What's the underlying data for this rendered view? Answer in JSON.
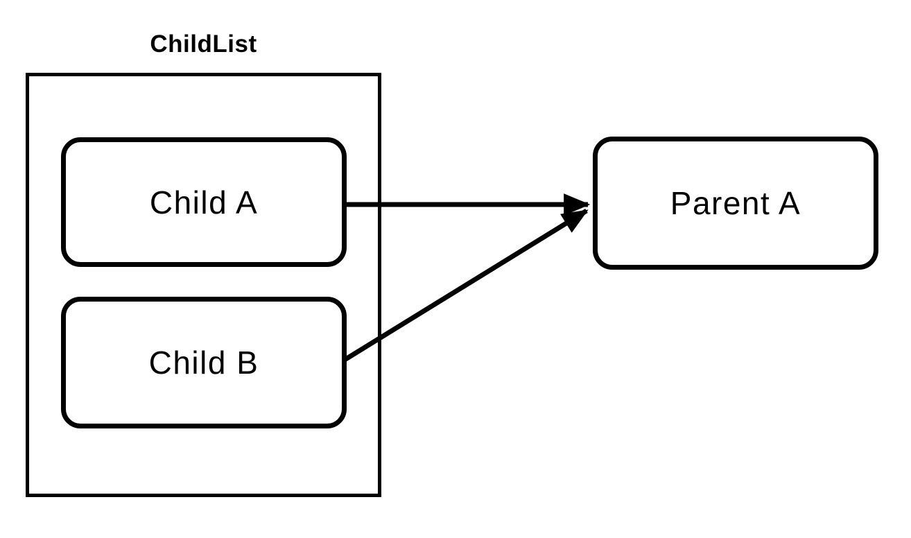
{
  "group": {
    "label": "ChildList"
  },
  "nodes": {
    "child_a": {
      "label": "Child A"
    },
    "child_b": {
      "label": "Child B"
    },
    "parent_a": {
      "label": "Parent A"
    }
  },
  "edges": [
    {
      "from": "Child A",
      "to": "Parent A"
    },
    {
      "from": "Child B",
      "to": "Parent A"
    }
  ],
  "colors": {
    "stroke": "#000000",
    "node_fill": "#ffffff",
    "background": "#ffffff"
  }
}
